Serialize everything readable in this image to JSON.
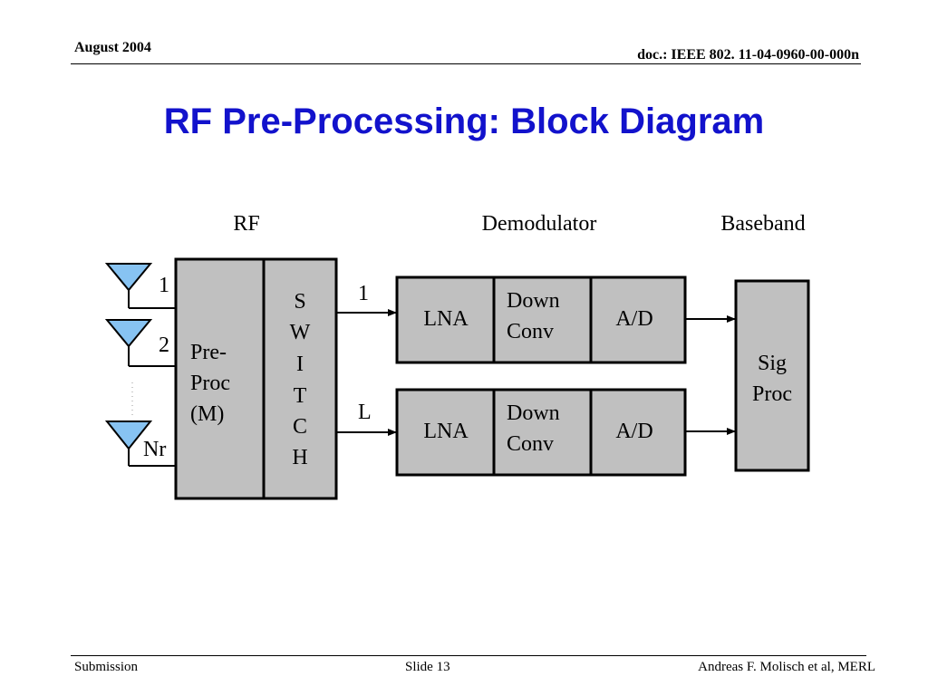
{
  "header": {
    "date": "August 2004",
    "doc_id": "doc.: IEEE 802. 11-04-0960-00-000n"
  },
  "slide": {
    "title": "RF Pre-Processing: Block Diagram"
  },
  "diagram": {
    "section_labels": {
      "rf": "RF",
      "demodulator": "Demodulator",
      "baseband": "Baseband"
    },
    "antenna_labels": [
      "1",
      "2",
      "Nr"
    ],
    "preproc_lines": [
      "Pre-",
      "Proc",
      "(M)"
    ],
    "switch_letters": [
      "S",
      "W",
      "I",
      "T",
      "C",
      "H"
    ],
    "chain_labels": [
      "1",
      "L"
    ],
    "chain_blocks": {
      "lna": "LNA",
      "down_lines": [
        "Down",
        "Conv"
      ],
      "adc": "A/D"
    },
    "sigproc_lines": [
      "Sig",
      "Proc"
    ],
    "colors": {
      "block_fill": "#c0c0c0",
      "antenna_fill": "#87c3f2",
      "title": "#1212cc"
    }
  },
  "footer": {
    "left": "Submission",
    "center": "Slide 13",
    "right": "Andreas F. Molisch et al, MERL"
  }
}
